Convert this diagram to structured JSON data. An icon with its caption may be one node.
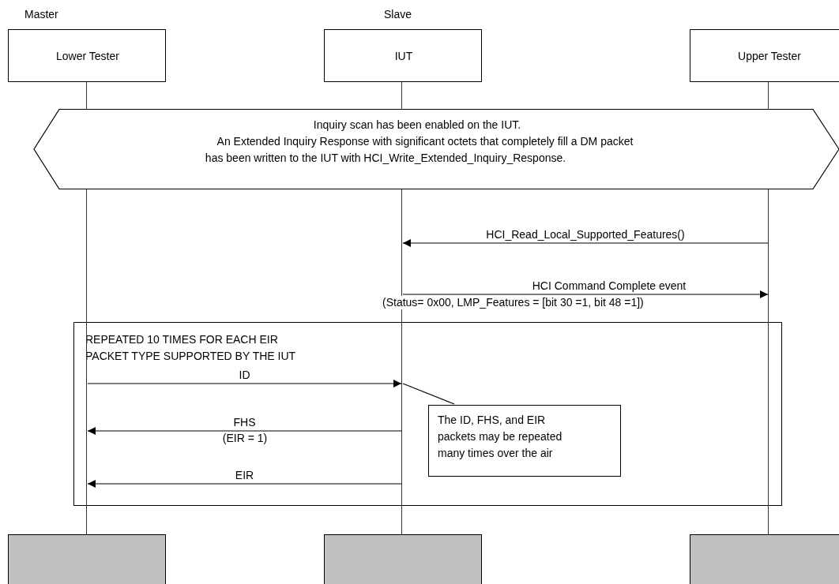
{
  "diagram": {
    "nodes": [
      {
        "text": [
          "Lower Tester"
        ],
        "beside": [
          "Master"
        ]
      },
      {
        "text": [
          "IUT"
        ],
        "beside": [
          "Slave"
        ]
      },
      {
        "text": [
          "Upper Tester"
        ]
      },
      {
        "text": [
          "Inquiry scan has been enabled on the IUT.",
          "An Extended Inquiry Response with significant octets that completely fill a DM packet",
          "has been written to the IUT with HCI_Write_Extended_Inquiry_Response."
        ]
      },
      {
        "text": [
          "REPEATED 10 TIMES FOR EACH EIR PACKET TYPE SUPPORTED BY THE IUT"
        ]
      },
      {
        "text": [
          "The ID, FHS, and EIR packets may be repeated many times over the air"
        ],
        "in": 4
      },
      {
        "text": [],
        "shape": "line"
      },
      {
        "text": [],
        "shape": "line"
      },
      {
        "text": [],
        "shape": "line"
      },
      {
        "text": [],
        "shape": "box"
      },
      {
        "text": [],
        "shape": "box"
      },
      {
        "text": [],
        "shape": "box"
      }
    ],
    "edges": [
      {
        "from": 8,
        "to": 7,
        "arrow": "to",
        "label": "HCI_Read_Local_Supported_Features()"
      },
      {
        "from": 7,
        "to": 8,
        "arrow": "to",
        "label": "HCI Command Complete event"
      },
      {
        "from": 6,
        "to": 7,
        "arrow": "to",
        "label": "ID"
      },
      {
        "from": 7,
        "to": 6,
        "arrow": "to",
        "label": "FHS"
      },
      {
        "from": 7,
        "to": 6,
        "arrow": "to",
        "label": "EIR"
      },
      {
        "from": 5,
        "to": 7,
        "arrow": "none"
      }
    ],
    "labels": [
      "(Status= 0x00, LMP_Features = [bit 30 =1, bit 48 =1])",
      "(EIR = 1)"
    ]
  }
}
